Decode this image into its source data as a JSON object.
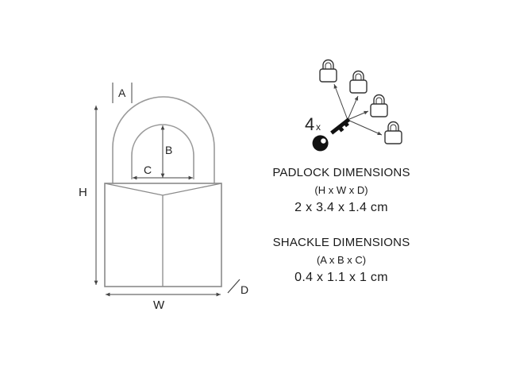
{
  "padlock_diagram": {
    "labels": {
      "A": "A",
      "B": "B",
      "C": "C",
      "H": "H",
      "W": "W",
      "D": "D"
    },
    "key_count": "4",
    "key_count_x": "x"
  },
  "padlock_dimensions": {
    "heading": "PADLOCK DIMENSIONS",
    "formula": "(H x W x D)",
    "value": "2 x 3.4 x 1.4 cm"
  },
  "shackle_dimensions": {
    "heading": "SHACKLE DIMENSIONS",
    "formula": "(A x B x C)",
    "value": "0.4 x 1.1 x 1 cm"
  },
  "icons": {
    "padlock": "padlock-icon",
    "key": "key-icon"
  }
}
